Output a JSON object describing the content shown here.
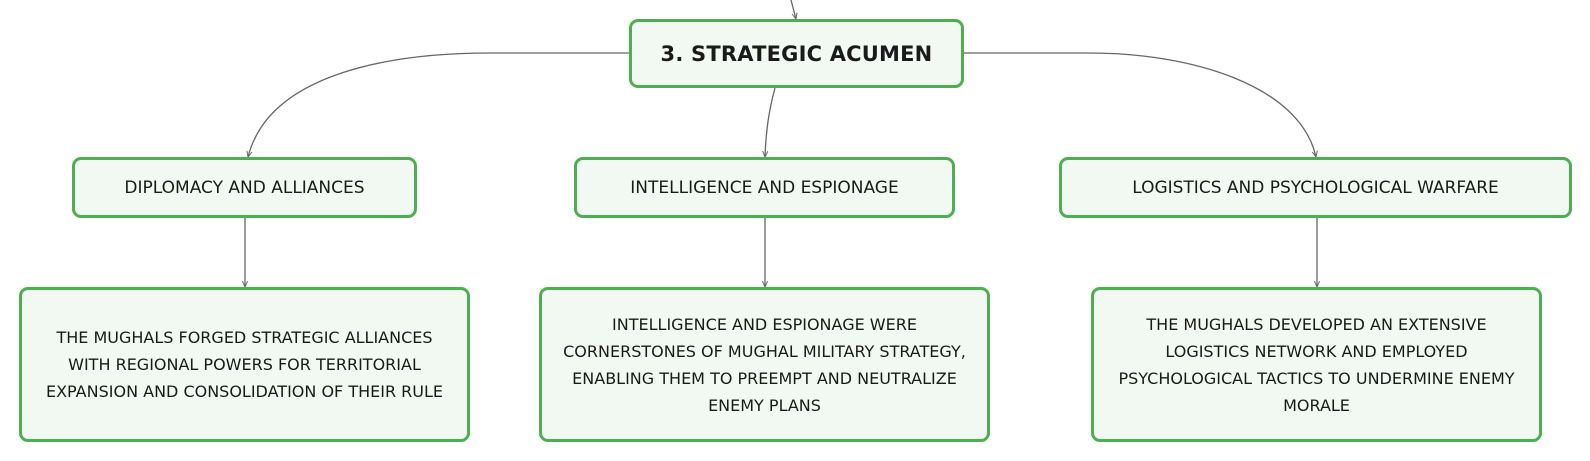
{
  "diagram": {
    "root": {
      "label": "3. STRATEGIC ACUMEN"
    },
    "branches": [
      {
        "label": "DIPLOMACY AND ALLIANCES",
        "detail": "THE MUGHALS FORGED STRATEGIC ALLIANCES WITH REGIONAL POWERS FOR TERRITORIAL EXPANSION AND CONSOLIDATION OF THEIR RULE"
      },
      {
        "label": "INTELLIGENCE AND ESPIONAGE",
        "detail": "INTELLIGENCE AND ESPIONAGE WERE CORNERSTONES OF MUGHAL MILITARY STRATEGY, ENABLING THEM TO PREEMPT AND NEUTRALIZE ENEMY PLANS"
      },
      {
        "label": "LOGISTICS AND PSYCHOLOGICAL WARFARE",
        "detail": "THE MUGHALS DEVELOPED AN EXTENSIVE LOGISTICS NETWORK AND EMPLOYED PSYCHOLOGICAL TACTICS TO UNDERMINE ENEMY MORALE"
      }
    ],
    "colors": {
      "node_border": "#4caf50",
      "node_fill": "#f1f9f2",
      "connector": "#666666",
      "text": "#1a1a1a"
    }
  }
}
